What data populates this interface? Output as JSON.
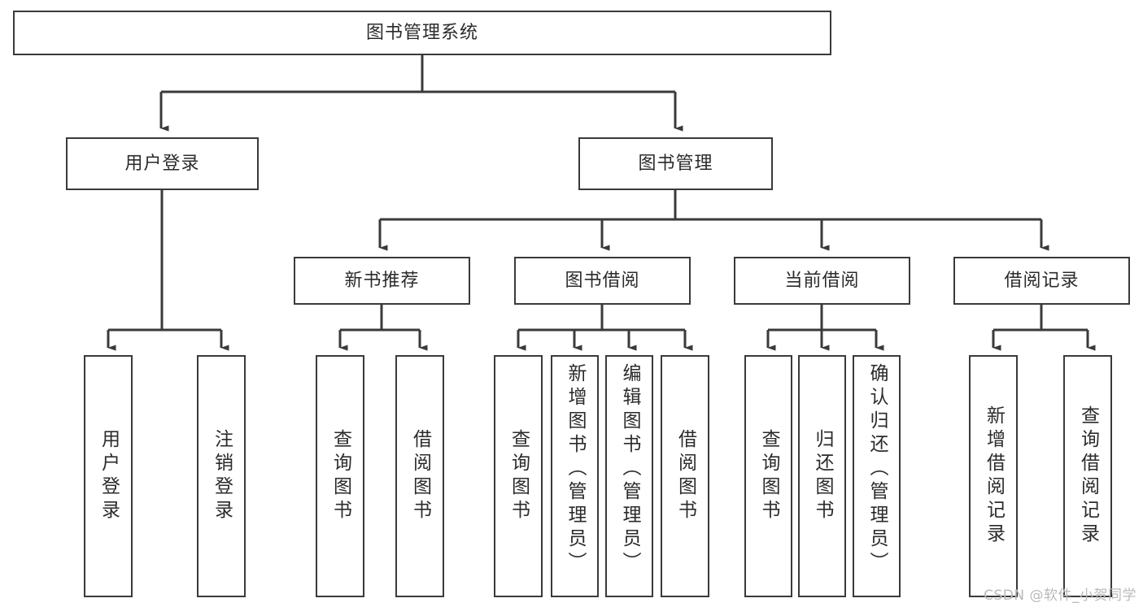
{
  "diagram": {
    "type": "tree",
    "title": "图书管理系统",
    "watermark": "CSDN @软件_小贺同学",
    "colors": {
      "stroke": "#3a3a3a",
      "fill": "#ffffff",
      "text": "#2b2b2b",
      "watermark": "#b9b9b9"
    }
  },
  "nodes": {
    "root": {
      "label": "图书管理系统"
    },
    "level2": [
      {
        "label": "用户登录"
      },
      {
        "label": "图书管理"
      }
    ],
    "level3": [
      {
        "label": "新书推荐"
      },
      {
        "label": "图书借阅"
      },
      {
        "label": "当前借阅"
      },
      {
        "label": "借阅记录"
      }
    ],
    "leaves": {
      "user_login": [
        {
          "label": "用户登录"
        },
        {
          "label": "注销登录"
        }
      ],
      "new_book": [
        {
          "label": "查询图书"
        },
        {
          "label": "借阅图书"
        }
      ],
      "book_borrow": [
        {
          "label": "查询图书"
        },
        {
          "label": "新增图书（管理员）"
        },
        {
          "label": "编辑图书（管理员）"
        },
        {
          "label": "借阅图书"
        }
      ],
      "current_borrow": [
        {
          "label": "查询图书"
        },
        {
          "label": "归还图书"
        },
        {
          "label": "确认归还（管理员）"
        }
      ],
      "borrow_record": [
        {
          "label": "新增借阅记录"
        },
        {
          "label": "查询借阅记录"
        }
      ]
    }
  }
}
